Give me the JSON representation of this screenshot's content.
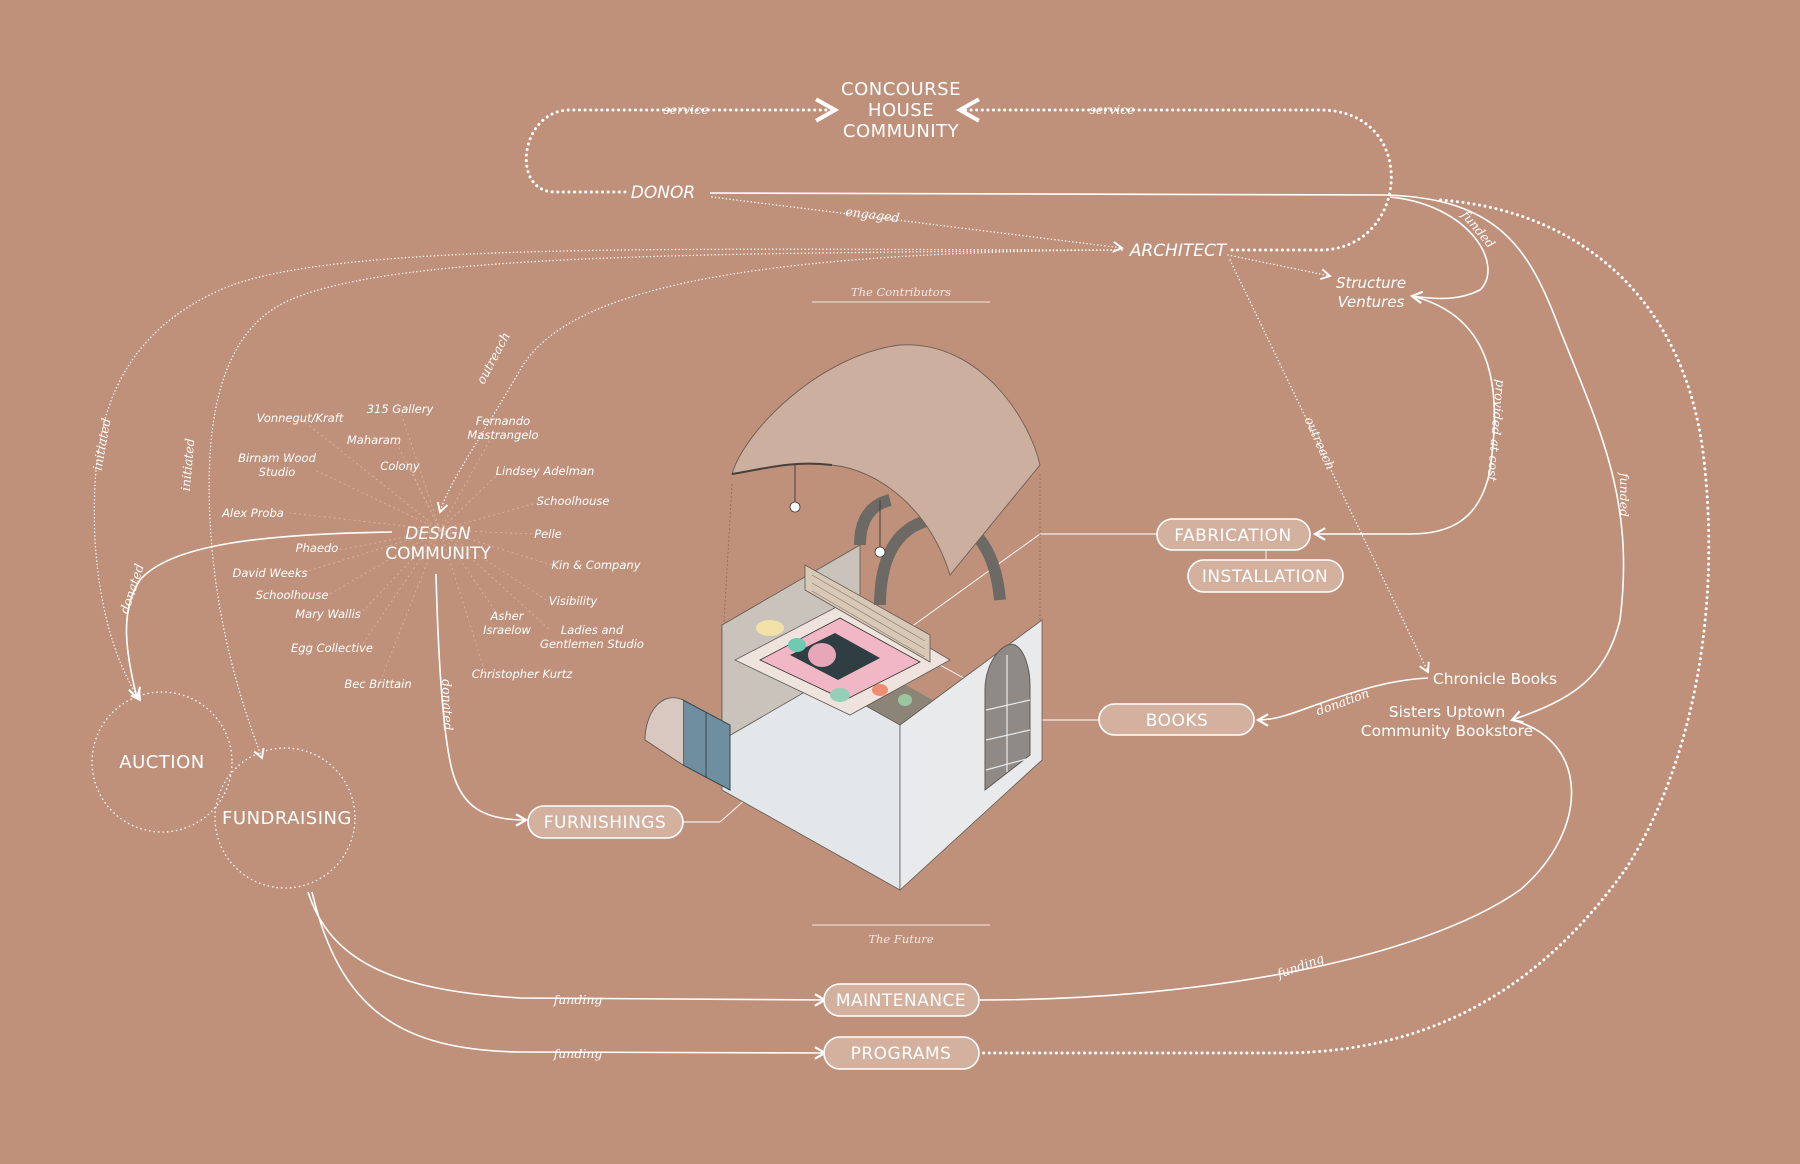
{
  "nodes": {
    "concourse": [
      "CONCOURSE",
      "HOUSE",
      "COMMUNITY"
    ],
    "donor": "DONOR",
    "architect": "ARCHITECT",
    "structure": [
      "Structure",
      "Ventures"
    ],
    "design": [
      "DESIGN",
      "COMMUNITY"
    ],
    "auction": "AUCTION",
    "fundraising": "FUNDRAISING",
    "chronicle": "Chronicle Books",
    "sisters": [
      "Sisters Uptown",
      "Community Bookstore"
    ]
  },
  "pills": {
    "fabrication": "FABRICATION",
    "installation": "INSTALLATION",
    "books": "BOOKS",
    "furnishings": "FURNISHINGS",
    "maintenance": "MAINTENANCE",
    "programs": "PROGRAMS"
  },
  "edge_labels": {
    "service_left": "service",
    "service_right": "service",
    "engaged": "engaged",
    "funded_top": "funded",
    "funded_right": "funded",
    "provided_at_cost": "provided at cost",
    "outreach_right": "outreach",
    "outreach_left": "outreach",
    "initiated_1": "initiated",
    "initiated_2": "initiated",
    "donated_1": "donated",
    "donated_2": "donated",
    "donation": "donation",
    "funding_right": "funding",
    "funding_maint": "funding",
    "funding_prog": "funding"
  },
  "captions": {
    "contributors": "The Contributors",
    "future": "The Future"
  },
  "design_community_members": [
    "Vonnegut/Kraft",
    "315 Gallery",
    "Maharam",
    "Birnam Wood",
    "Studio",
    "Colony",
    "Alex Proba",
    "Phaedo",
    "David Weeks",
    "Schoolhouse",
    "Mary Wallis",
    "Egg Collective",
    "Bec Brittain",
    "Fernando",
    "Mastrangelo",
    "Lindsey Adelman",
    "Schoolhouse",
    "Pelle",
    "Kin & Company",
    "Visibility",
    "Asher",
    "Israelow",
    "Ladies and",
    "Gentlemen Studio",
    "Christopher Kurtz"
  ],
  "colors": {
    "background": "#bf917b",
    "pill_fill": "#d4b09f",
    "lines": "#ffffff"
  }
}
